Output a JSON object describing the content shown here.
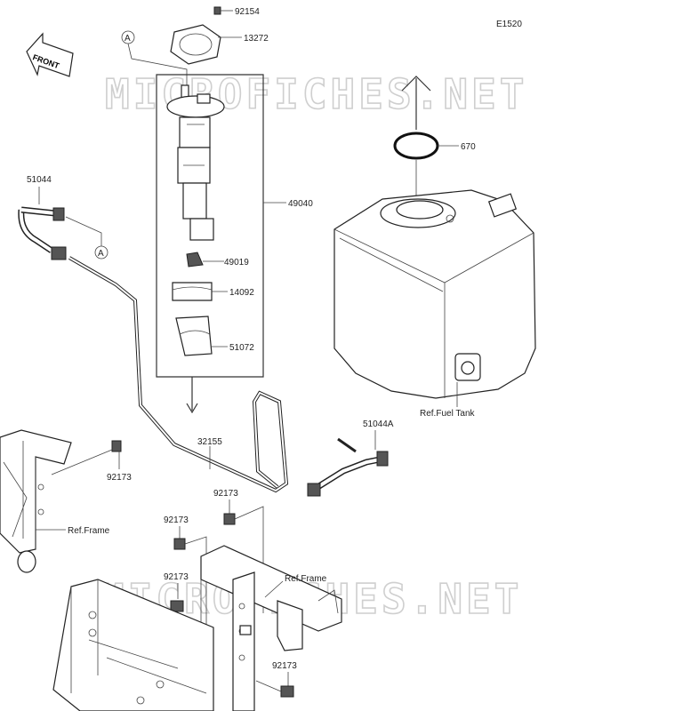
{
  "diagram_code": "E1520",
  "front_label": "FRONT",
  "callout_letter": "A",
  "watermark": "MICROFICHES.NET",
  "parts": {
    "bolt": "92154",
    "plate": "13272",
    "oring": "670",
    "hose_left": "51044",
    "pump_assembly": "49040",
    "filter": "49019",
    "holder": "14092",
    "sleeve": "51072",
    "fuel_tube": "32155",
    "hose_right": "51044A",
    "clamp_frame": "92173",
    "clamp_center": "92173",
    "clamp_left": "92173",
    "clamp_lower": "92173",
    "clamp_bottom": "92173"
  },
  "refs": {
    "fuel_tank": "Ref.Fuel Tank",
    "frame_left": "Ref.Frame",
    "frame_center": "Ref.Frame"
  }
}
